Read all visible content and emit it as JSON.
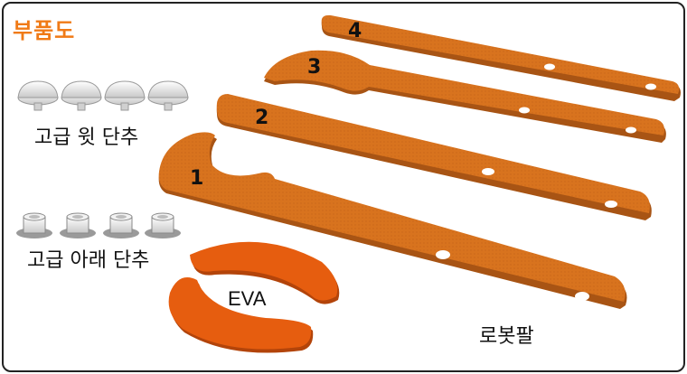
{
  "title": "부품도",
  "colors": {
    "title": "#f07a16",
    "arm": "#d8731e",
    "arm_dark": "#a85414",
    "eva": "#e65d0f",
    "eva_dark": "#b3440a"
  },
  "labels": {
    "upper_buttons": "고급 윗 단추",
    "lower_buttons": "고급 아래 단추",
    "eva": "EVA",
    "robot_arm": "로봇팔"
  },
  "arm_numbers": [
    "1",
    "2",
    "3",
    "4"
  ]
}
